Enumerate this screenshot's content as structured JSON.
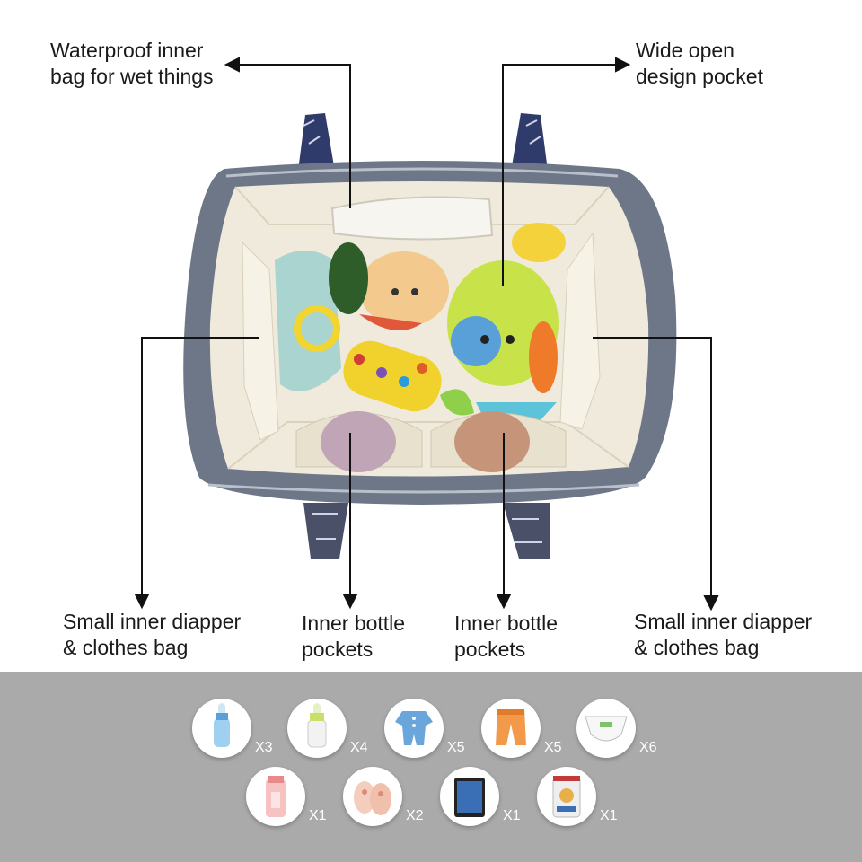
{
  "callouts": {
    "waterproof_bag": {
      "line1": "Waterproof inner",
      "line2": "bag for wet things"
    },
    "wide_pocket": {
      "line1": "Wide open",
      "line2": "design pocket"
    },
    "left_diaper_bag": {
      "line1": "Small inner diapper",
      "line2": "& clothes bag"
    },
    "bottle_pocket_left": {
      "line1": "Inner bottle",
      "line2": "pockets"
    },
    "bottle_pocket_right": {
      "line1": "Inner bottle",
      "line2": "pockets"
    },
    "right_diaper_bag": {
      "line1": "Small inner diapper",
      "line2": "& clothes bag"
    }
  },
  "capacity_items": [
    {
      "icon": "baby-bottle-icon",
      "qty": "X3"
    },
    {
      "icon": "feeding-bottle-icon",
      "qty": "X4"
    },
    {
      "icon": "baby-romper-icon",
      "qty": "X5"
    },
    {
      "icon": "baby-pants-icon",
      "qty": "X5"
    },
    {
      "icon": "diaper-icon",
      "qty": "X6"
    },
    {
      "icon": "water-cup-icon",
      "qty": "X1"
    },
    {
      "icon": "baby-shoes-icon",
      "qty": "X2"
    },
    {
      "icon": "tablet-icon",
      "qty": "X1"
    },
    {
      "icon": "milk-powder-can-icon",
      "qty": "X1"
    }
  ],
  "colors": {
    "bag_gray": "#6e7787",
    "bag_lining": "#efeadb",
    "panel_gray": "#aaaaaa",
    "strap_navy": "#2f3b6b"
  }
}
